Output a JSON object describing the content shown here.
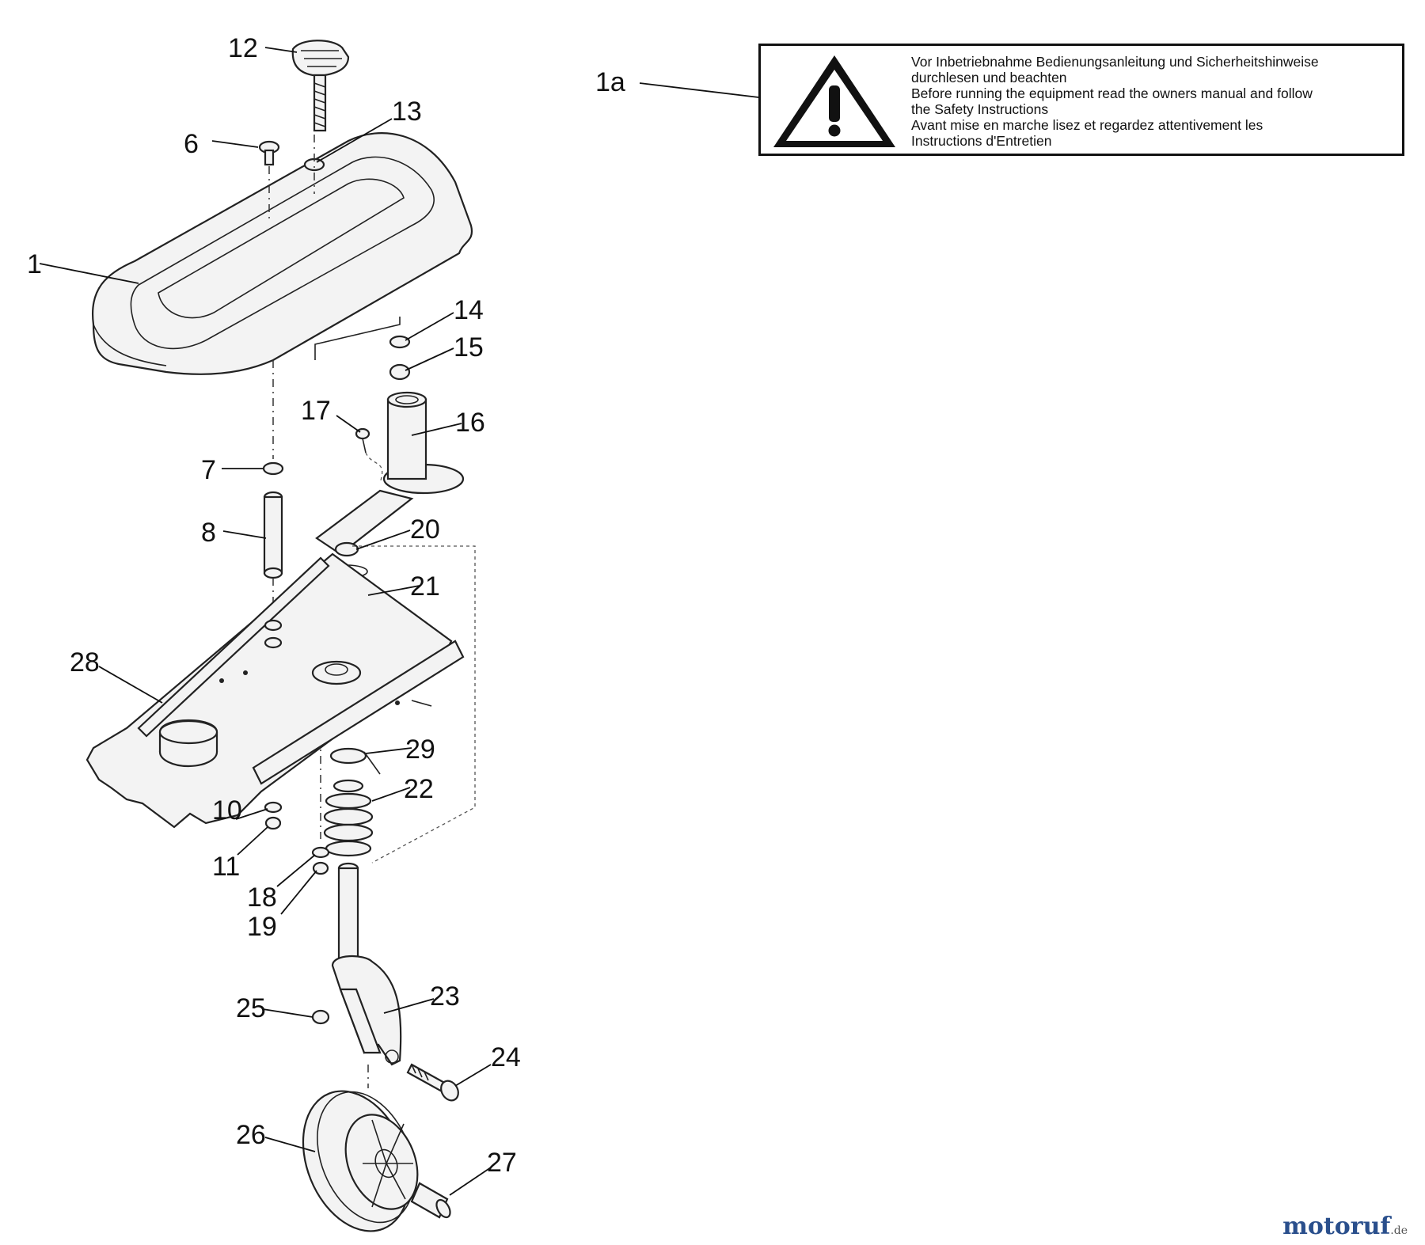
{
  "labels": {
    "p1": "1",
    "p1a": "1a",
    "p6": "6",
    "p7": "7",
    "p8": "8",
    "p10": "10",
    "p11": "11",
    "p12": "12",
    "p13": "13",
    "p14": "14",
    "p15": "15",
    "p16": "16",
    "p17": "17",
    "p18": "18",
    "p19": "19",
    "p20": "20",
    "p21": "21",
    "p22": "22",
    "p23": "23",
    "p24": "24",
    "p25": "25",
    "p26": "26",
    "p27": "27",
    "p28": "28",
    "p29": "29"
  },
  "warning": {
    "line1": "Vor Inbetriebnahme Bedienungsanleitung und Sicherheitshinweise",
    "line2": "durchlesen und beachten",
    "line3": "Before running the equipment read the owners manual and follow",
    "line4": "the Safety Instructions",
    "line5": "Avant mise en marche lisez et regardez attentivement les",
    "line6": "Instructions d'Entretien"
  },
  "watermark": {
    "main": "motoruf",
    "tld": ".de"
  }
}
